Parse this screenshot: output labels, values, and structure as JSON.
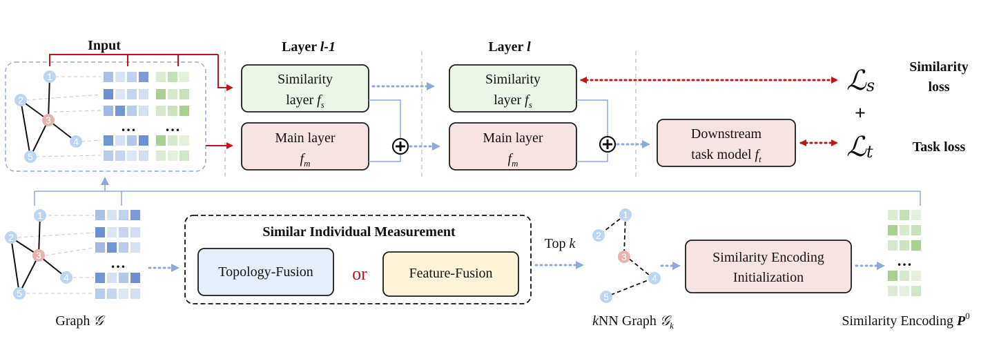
{
  "headers": {
    "input": "Input",
    "layer_prev_prefix": "Layer ",
    "layer_prev_var": "l-1",
    "layer_curr_prefix": "Layer ",
    "layer_curr_var": "l"
  },
  "layer_prev": {
    "similarity_line1": "Similarity",
    "similarity_line2": "layer ",
    "similarity_var": "f",
    "similarity_sub": "s",
    "main_line1": "Main layer",
    "main_var": "f",
    "main_sub": "m"
  },
  "layer_curr": {
    "similarity_line1": "Similarity",
    "similarity_line2": "layer ",
    "similarity_var": "f",
    "similarity_sub": "s",
    "main_line1": "Main layer",
    "main_var": "f",
    "main_sub": "m"
  },
  "downstream": {
    "line1": "Downstream",
    "line2": "task model ",
    "var": "f",
    "sub": "t"
  },
  "losses": {
    "similarity_symbol": "ℒ",
    "similarity_sub": "s",
    "similarity_label_line1": "Similarity",
    "similarity_label_line2": "loss",
    "plus": "+",
    "task_symbol": "ℒ",
    "task_sub": "t",
    "task_label": "Task loss"
  },
  "graph": {
    "node_labels": [
      "1",
      "2",
      "3",
      "4",
      "5"
    ],
    "ellipsis": "…",
    "caption_prefix": "Graph ",
    "caption_var": "𝒢"
  },
  "measurement": {
    "title": "Similar Individual Measurement",
    "topology": "Topology-Fusion",
    "or": "or",
    "feature": "Feature-Fusion"
  },
  "knn": {
    "top_prefix": "Top ",
    "top_var": "k",
    "caption_var": "k",
    "caption_mid": "NN Graph ",
    "caption_graph": "𝒢",
    "caption_sub": "k"
  },
  "encoding": {
    "init_line1": "Similarity Encoding",
    "init_line2": "Initialization",
    "caption_prefix": "Similarity Encoding ",
    "caption_var": "P",
    "caption_sup": "0"
  },
  "colors": {
    "red": "#c0141a",
    "blue_arrow": "#8fa8d8",
    "green_fill": "#ebf5e8",
    "pink_fill": "#f8e3e3",
    "topology_fill": "#e5eef9",
    "feature_fill": "#fdf3d6",
    "node_blue": "#bcd5f0",
    "node_pink": "#e9b2ae"
  }
}
